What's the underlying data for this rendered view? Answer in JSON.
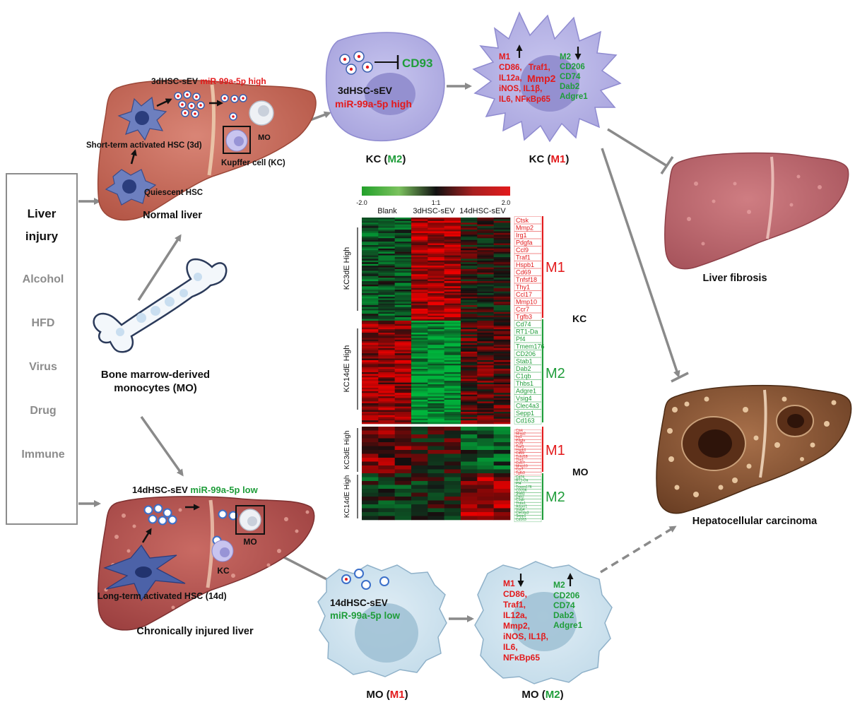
{
  "colors": {
    "red": "#e31a1c",
    "green": "#1f9d3a",
    "black": "#111111",
    "grey": "#8c8c8c",
    "arrow_grey": "#8a8a8a",
    "liver_normal": "#c8695a",
    "liver_fibrosis": "#c06068",
    "liver_hcc": "#8c5a3a",
    "kc_cell": "#b7b4e6",
    "mo_cell": "#cfe3ef"
  },
  "left_panel": {
    "title_line1": "Liver",
    "title_line2": "injury",
    "causes": [
      "Alcohol",
      "HFD",
      "Virus",
      "Drug",
      "Immune"
    ]
  },
  "normal_liver": {
    "sev_label": "3dHSC-sEV",
    "sev_mir": "miR-99a-5p high",
    "short_term_hsc": "Short-term activated HSC (3d)",
    "quiescent_hsc": "Quiescent HSC",
    "mo_label": "MO",
    "kupffer_label": "Kupffer cell (KC)",
    "caption": "Normal liver"
  },
  "bone_marrow": {
    "caption_line1": "Bone marrow-derived",
    "caption_line2": "monocytes (MO)"
  },
  "chronic_liver": {
    "sev_label": "14dHSC-sEV",
    "sev_mir": "miR-99a-5p low",
    "mo_label": "MO",
    "kc_label": "KC",
    "long_term_hsc": "Long-term activated HSC (14d)",
    "caption": "Chronically injured liver"
  },
  "kc_m2": {
    "receptor": "CD93",
    "sev_label": "3dHSC-sEV",
    "sev_mir": "miR-99a-5p high",
    "caption_prefix": "KC (",
    "caption_state": "M2",
    "caption_suffix": ")"
  },
  "kc_m1": {
    "m1_title": "M1",
    "m1_lines": [
      "CD86,",
      "IL12a,",
      "iNOS, IL1β,",
      "IL6, NFκBp65"
    ],
    "m1_right1": "Traf1,",
    "m1_right2": "Mmp2",
    "m2_title": "M2",
    "m2_lines": [
      "CD206",
      "CD74",
      "Dab2",
      "Adgre1"
    ],
    "caption_prefix": "KC (",
    "caption_state": "M1",
    "caption_suffix": ")"
  },
  "mo_m1": {
    "sev_label": "14dHSC-sEV",
    "sev_mir": "miR-99a-5p low",
    "caption_prefix": "MO (",
    "caption_state": "M1",
    "caption_suffix": ")"
  },
  "mo_m2": {
    "m1_title": "M1",
    "m1_lines": [
      "CD86,",
      "Traf1,",
      "IL12a,",
      "Mmp2,",
      "iNOS, IL1β,",
      "IL6,",
      "NFκBp65"
    ],
    "m2_title": "M2",
    "m2_lines": [
      "CD206",
      "CD74",
      "Dab2",
      "Adgre1"
    ],
    "caption_prefix": "MO (",
    "caption_state": "M2",
    "caption_suffix": ")"
  },
  "outcomes": {
    "fibrosis": "Liver fibrosis",
    "hcc": "Hepatocellular carcinoma"
  },
  "heatmap": {
    "scale_min": "-2.0",
    "scale_mid": "1:1",
    "scale_max": "2.0",
    "columns": [
      "Blank",
      "3dHSC-sEV",
      "14dHSC-sEV"
    ],
    "kc_label": "KC",
    "mo_label": "MO",
    "kc_high3": "KC3dE High",
    "kc_high14": "KC14dE High",
    "mo_high3": "KC3dE High",
    "mo_high14": "KC14dE High",
    "m1_label": "M1",
    "m2_label": "M2",
    "m1_genes": [
      "Ctsk",
      "Mmp2",
      "Irg1",
      "Pdgfa",
      "Ccl9",
      "Traf1",
      "Hspb1",
      "Cd69",
      "Tnfsf18",
      "Thy1",
      "Ccl17",
      "Mmp10",
      "Ccr7",
      "Tgfb3"
    ],
    "m2_genes": [
      "Cd74",
      "RT1-Da",
      "Pf4",
      "Tmem176",
      "CD206",
      "Stab1",
      "Dab2",
      "C1qb",
      "Thbs1",
      "Adgre1",
      "Vsig4",
      "Clec4a3",
      "Sepp1",
      "Cd163"
    ]
  }
}
